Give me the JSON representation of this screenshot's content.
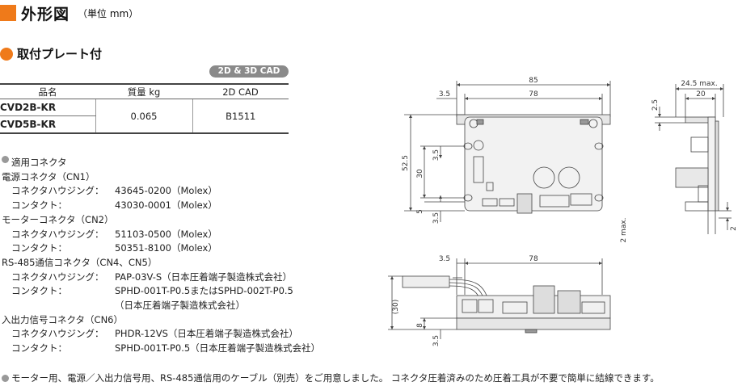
{
  "header": {
    "title": "外形図",
    "unit": "（単位 mm）"
  },
  "section": {
    "title": "取付プレート付",
    "cad_badge": "2D & 3D CAD"
  },
  "table": {
    "headers": [
      "品名",
      "質量 kg",
      "2D CAD"
    ],
    "models": [
      "CVD2B-KR",
      "CVD5B-KR"
    ],
    "mass": "0.065",
    "cad": "B1511"
  },
  "connectors": {
    "title": "適用コネクタ",
    "items": [
      {
        "level": 0,
        "label": "電源コネクタ（CN1）",
        "value": ""
      },
      {
        "level": 1,
        "label": "コネクタハウジング：",
        "value": "43645-0200（Molex）"
      },
      {
        "level": 1,
        "label": "コンタクト：",
        "value": "43030-0001（Molex）"
      },
      {
        "level": 0,
        "label": "モーターコネクタ（CN2）",
        "value": ""
      },
      {
        "level": 1,
        "label": "コネクタハウジング：",
        "value": "51103-0500（Molex）"
      },
      {
        "level": 1,
        "label": "コンタクト：",
        "value": "50351-8100（Molex）"
      },
      {
        "level": 0,
        "label": "RS-485通信コネクタ（CN4、CN5）",
        "value": ""
      },
      {
        "level": 1,
        "label": "コネクタハウジング：",
        "value": "PAP-03V-S（日本圧着端子製造株式会社）"
      },
      {
        "level": 1,
        "label": "コンタクト：",
        "value": "SPHD-001T-P0.5またはSPHD-002T-P0.5"
      },
      {
        "level": 1,
        "label": "",
        "value": "（日本圧着端子製造株式会社）"
      },
      {
        "level": 0,
        "label": "入出力信号コネクタ（CN6）",
        "value": ""
      },
      {
        "level": 1,
        "label": "コネクタハウジング：",
        "value": "PHDR-12VS（日本圧着端子製造株式会社）"
      },
      {
        "level": 1,
        "label": "コンタクト：",
        "value": "SPHD-001T-P0.5（日本圧着端子製造株式会社）"
      }
    ]
  },
  "note": "モーター用、電源／入出力信号用、RS-485通信用のケーブル（別売）をご用意しました。 コネクタ圧着済みのため圧着工具が不要で簡単に結線できます。",
  "drawing": {
    "dims": {
      "w85": "85",
      "w78": "78",
      "w3_5": "3.5",
      "h52_5": "52.5",
      "h30": "30",
      "h5": "5",
      "side_w": "24.5 max.",
      "side_20": "20",
      "side_2_5": "2.5",
      "side_2max": "2 max.",
      "side_2": "2",
      "bot_3_5": "3.5",
      "bot_78": "78",
      "bot_30": "(30)",
      "bot_8": "8"
    }
  }
}
